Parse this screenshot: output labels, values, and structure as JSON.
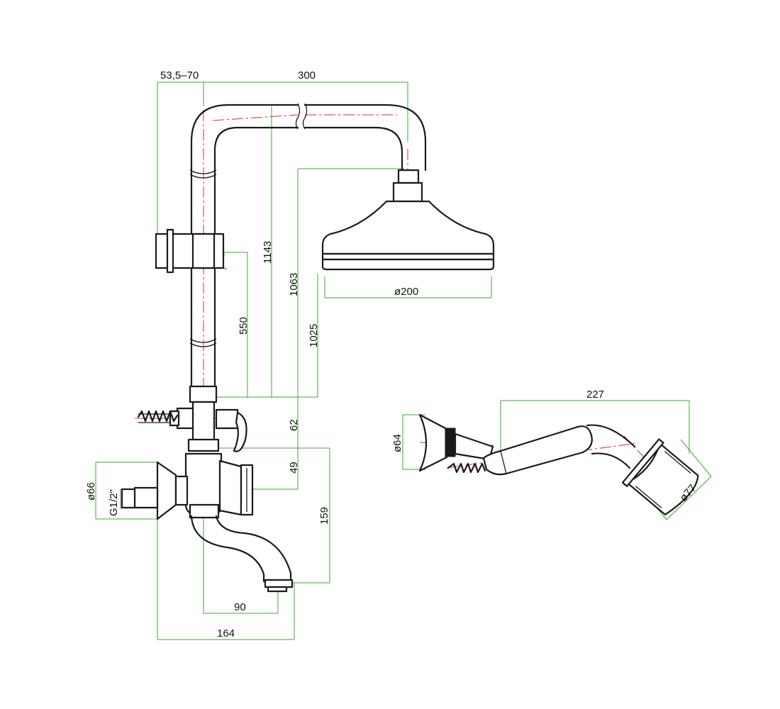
{
  "dimensions": {
    "wall_distance": "53,5–70",
    "arm_projection": "300",
    "overhead_height": "1143",
    "head_height": "1063",
    "head_dia": "ø200",
    "slider_height": "550",
    "outlet_height": "1025",
    "diverter_height": "62",
    "inlet_offset": "49",
    "spout_drop": "159",
    "spout_reach": "90",
    "total_depth": "164",
    "rose_dia": "ø66",
    "thread": "G1/2\"",
    "hand_length": "227",
    "hand_base_dia": "ø64",
    "hand_head_dia": "ø77"
  },
  "colors": {
    "outline": "#1a1a1a",
    "centerline": "#d0302f",
    "dimension": "#3fa535"
  }
}
